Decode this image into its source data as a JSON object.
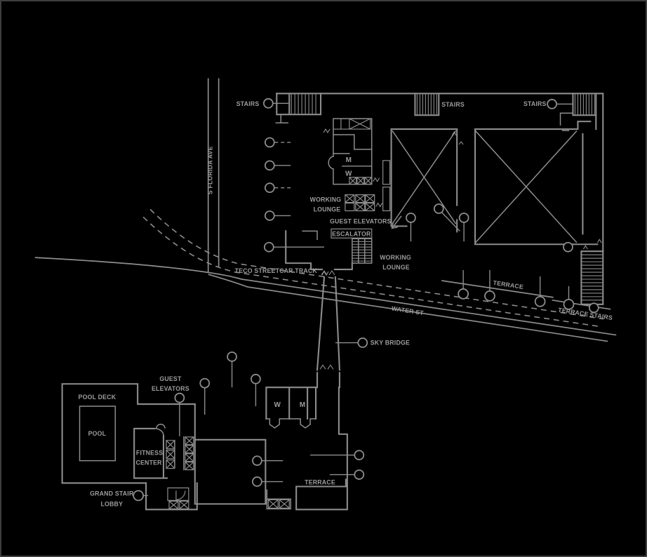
{
  "meta": {
    "drawing_type": "architectural floor plan",
    "colors": {
      "background": "#000000",
      "frame_border": "#3e3e3e",
      "line": "#8d8d8d",
      "text": "#9c9c9c"
    }
  },
  "labels": {
    "stairs_top_left": "STAIRS",
    "stairs_top_mid": "STAIRS",
    "stairs_top_right": "STAIRS",
    "restroom_m_upper": "M",
    "restroom_w_upper": "W",
    "working_lounge_upper_line1": "WORKING",
    "working_lounge_upper_line2": "LOUNGE",
    "guest_elevators_upper": "GUEST ELEVATORS",
    "escalator": "ESCALATOR",
    "working_lounge_right_line1": "WORKING",
    "working_lounge_right_line2": "LOUNGE",
    "teco_streetcar_track": "TECO STREETCAR TRACK",
    "water_st": "WATER ST",
    "sky_bridge": "SKY BRIDGE",
    "terrace_upper": "TERRACE",
    "terrace_right": "TERRACE",
    "stairs_lower_right": "STAIRS",
    "s_florida_ave": "S FLORIDA AVE",
    "guest_elevators_lower_line1": "GUEST",
    "guest_elevators_lower_line2": "ELEVATORS",
    "pool_deck": "POOL DECK",
    "pool": "POOL",
    "fitness_center_line1": "FITNESS",
    "fitness_center_line2": "CENTER",
    "grand_stair_lobby_line1": "GRAND STAIR",
    "grand_stair_lobby_line2": "LOBBY",
    "restroom_w_lower": "W",
    "restroom_m_lower": "M",
    "terrace_lower": "TERRACE"
  }
}
